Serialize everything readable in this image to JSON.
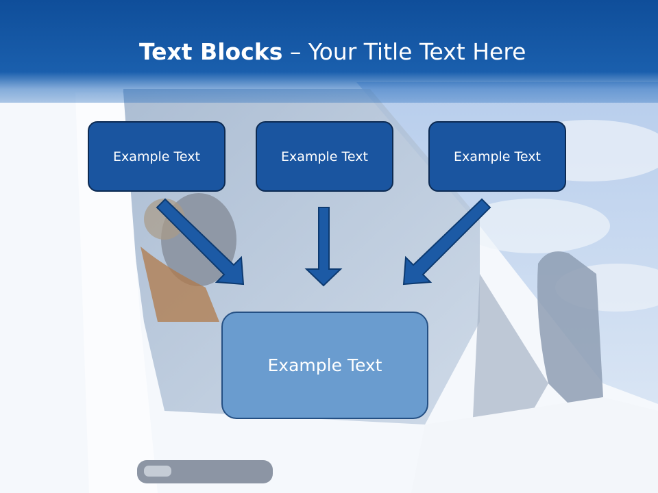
{
  "title": {
    "bold": "Text Blocks",
    "separator": " – ",
    "rest": "Your Title Text Here"
  },
  "blocks": {
    "left": "Example Text",
    "middle": "Example Text",
    "right": "Example Text",
    "center": "Example Text"
  },
  "colors": {
    "header": "#1a5fad",
    "block_fill": "#1a55a0",
    "center_block_fill": "#6a9ccf",
    "arrow_fill": "#1c5aa5"
  }
}
